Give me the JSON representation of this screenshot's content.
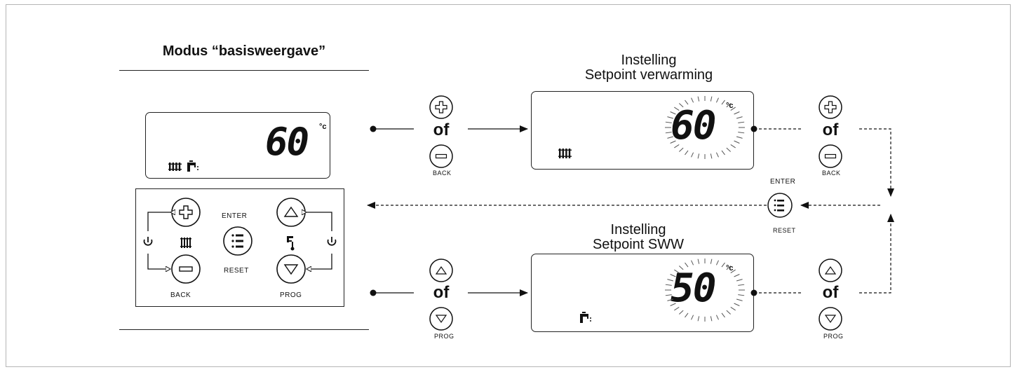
{
  "title": "Modus “basisweergave”",
  "base_display": {
    "value": "60",
    "unit": "°c",
    "icons": [
      "radiator-icon",
      "tap-icon"
    ]
  },
  "control_panel": {
    "enter_label": "ENTER",
    "reset_label": "RESET",
    "back_label": "BACK",
    "prog_label": "PROG",
    "icons": [
      "plus-icon",
      "minus-icon",
      "up-arrow-icon",
      "down-arrow-icon",
      "menu-icon",
      "power-icon",
      "radiator-icon",
      "tap-thermometer-icon"
    ]
  },
  "heating_setting": {
    "label_line1": "Instelling",
    "label_line2": "Setpoint verwarming",
    "value": "60",
    "unit": "°c",
    "or_text": "of",
    "back_label": "BACK"
  },
  "dhw_setting": {
    "label_line1": "Instelling",
    "label_line2": "Setpoint SWW",
    "value": "50",
    "unit": "°c",
    "or_text": "of",
    "prog_label": "PROG"
  },
  "confirm": {
    "enter_label": "ENTER",
    "reset_label": "RESET"
  }
}
